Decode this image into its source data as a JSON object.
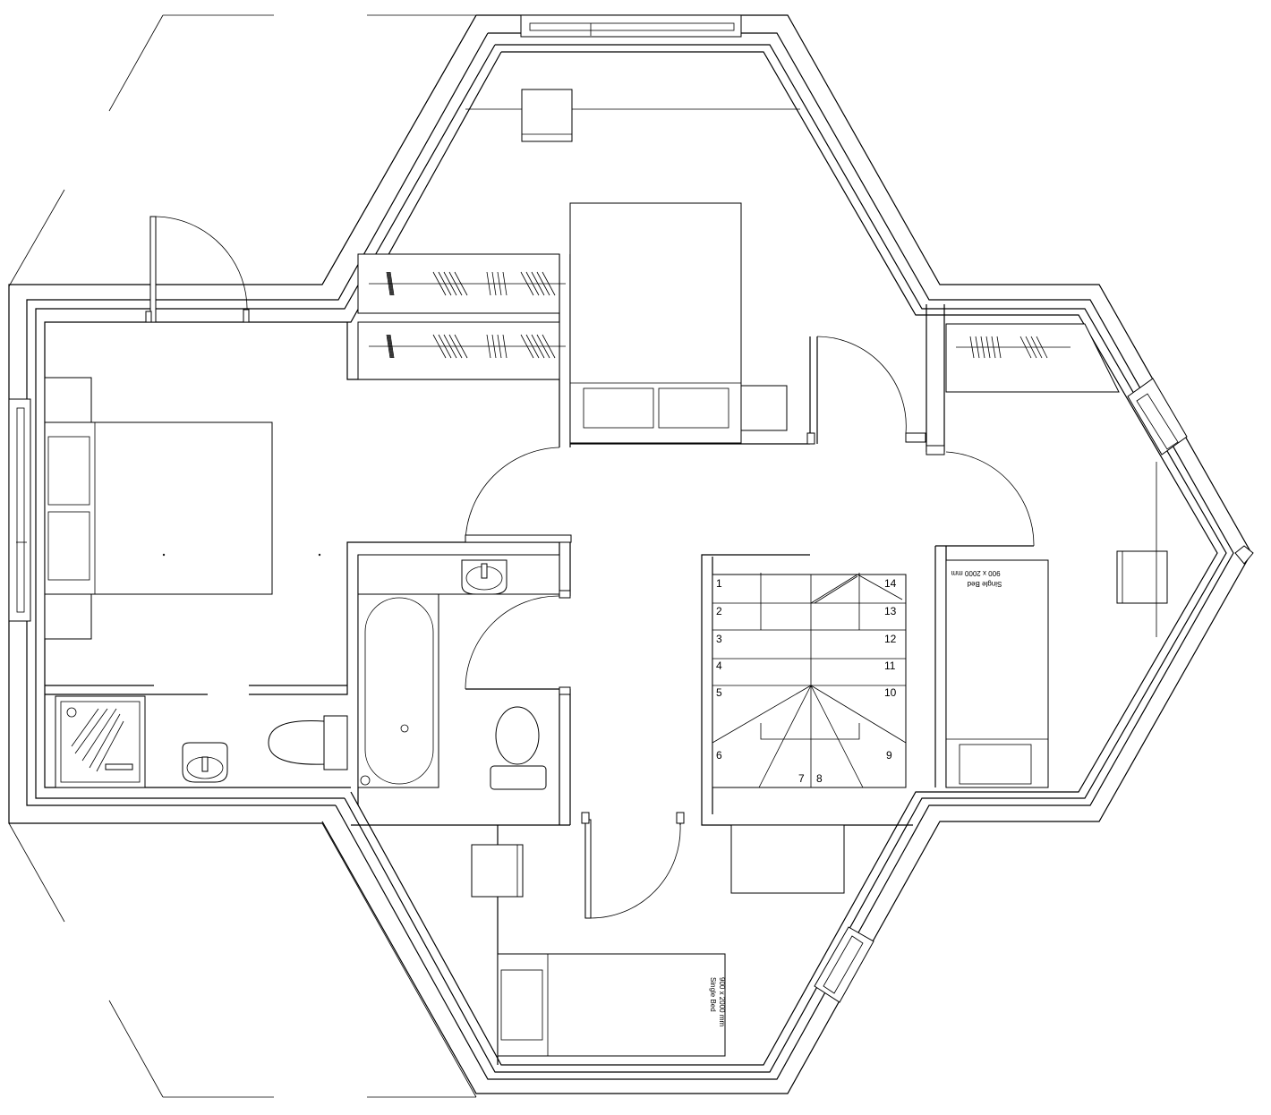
{
  "stairs": {
    "left_numbers": [
      "1",
      "2",
      "3",
      "4",
      "5",
      "6"
    ],
    "right_numbers": [
      "14",
      "13",
      "12",
      "11",
      "10",
      "9"
    ],
    "bottom_numbers": [
      "7",
      "8"
    ]
  },
  "beds": {
    "bottom": {
      "name": "Single Bed",
      "size": "900 x 2000 mm"
    },
    "right": {
      "name": "Single Bed",
      "size": "900 x 2000 mm"
    }
  }
}
